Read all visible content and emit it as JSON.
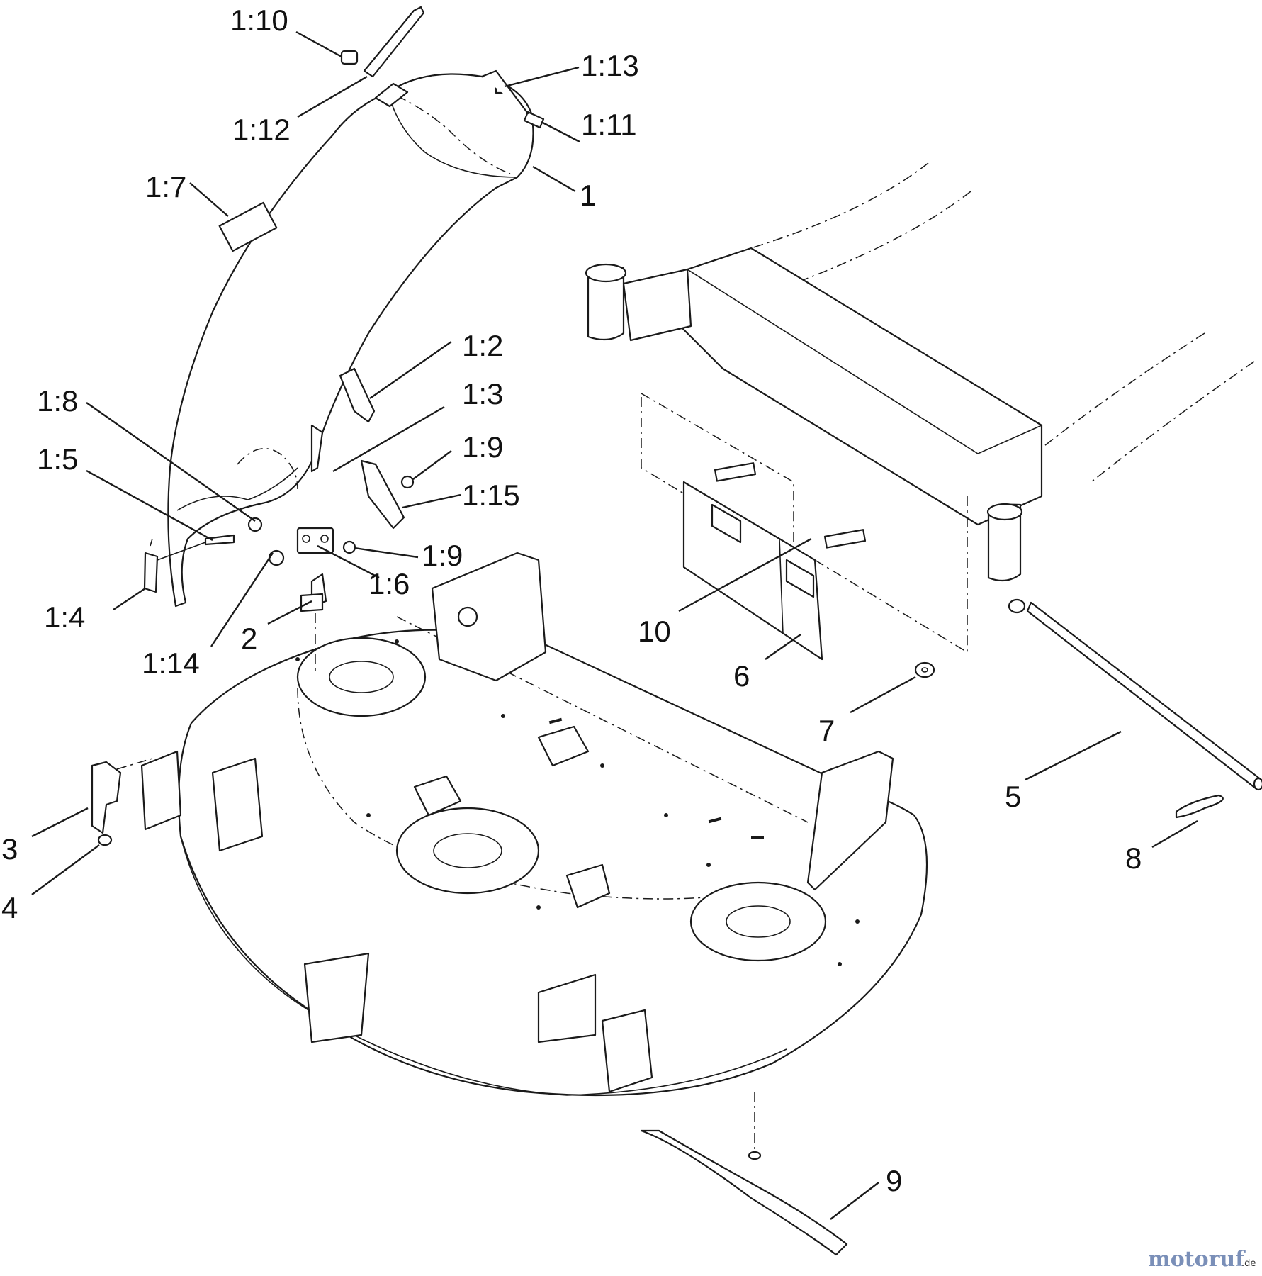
{
  "callouts": [
    {
      "label": "1:10"
    },
    {
      "label": "1:13"
    },
    {
      "label": "1:12"
    },
    {
      "label": "1:11"
    },
    {
      "label": "1"
    },
    {
      "label": "1:7"
    },
    {
      "label": "1:2"
    },
    {
      "label": "1:8"
    },
    {
      "label": "1:3"
    },
    {
      "label": "1:5"
    },
    {
      "label": "1:9"
    },
    {
      "label": "1:15"
    },
    {
      "label": "1:9"
    },
    {
      "label": "1:4"
    },
    {
      "label": "1:6"
    },
    {
      "label": "2"
    },
    {
      "label": "1:14"
    },
    {
      "label": "10"
    },
    {
      "label": "6"
    },
    {
      "label": "7"
    },
    {
      "label": "5"
    },
    {
      "label": "3"
    },
    {
      "label": "4"
    },
    {
      "label": "8"
    },
    {
      "label": "9"
    }
  ],
  "watermark": {
    "brand": "motoruf",
    "suffix": ".de"
  }
}
